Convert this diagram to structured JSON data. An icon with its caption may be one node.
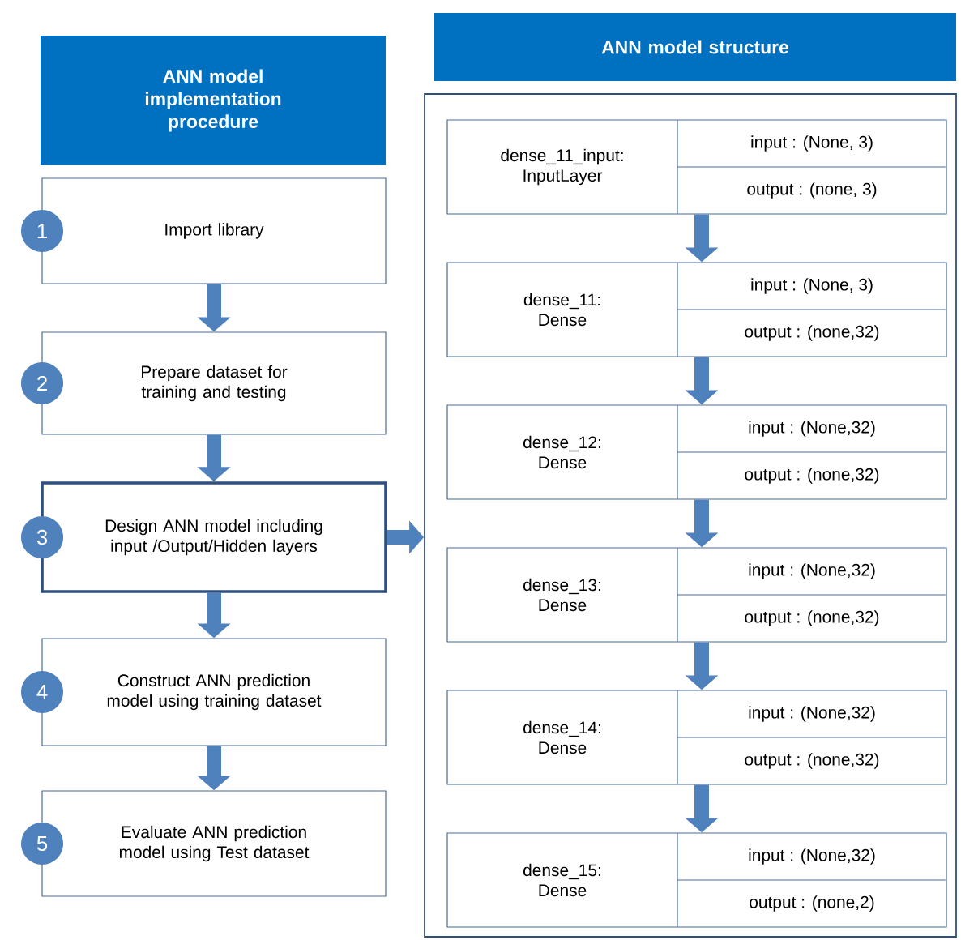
{
  "diagram": {
    "nodes": [
      {
        "text": [
          "ANN model implementation procedure"
        ]
      },
      {
        "text": [
          "Import library"
        ],
        "beside": [
          "1"
        ]
      },
      {
        "text": [
          "Prepare dataset for training and testing"
        ],
        "beside": [
          "2"
        ]
      },
      {
        "text": [
          "Design ANN model including input /Output/Hidden layers"
        ],
        "beside": [
          "3"
        ]
      },
      {
        "text": [
          "Construct ANN prediction model using training dataset"
        ],
        "beside": [
          "4"
        ]
      },
      {
        "text": [
          "Evaluate ANN prediction model using Test dataset"
        ],
        "beside": [
          "5"
        ]
      },
      {
        "text": [
          "ANN model structure"
        ]
      },
      {
        "text": [],
        "shape": "box"
      },
      {
        "text": [
          "dense_11_input: InputLayer",
          "input : (None, 3)",
          "output : (none, 3)"
        ],
        "in": 7
      },
      {
        "text": [
          "dense_11: Dense",
          "input : (None, 3)",
          "output : (none,32)"
        ],
        "in": 7
      },
      {
        "text": [
          "dense_12: Dense",
          "input : (None,32)",
          "output : (none,32)"
        ],
        "in": 7
      },
      {
        "text": [
          "dense_13: Dense",
          "input : (None,32)",
          "output : (none,32)"
        ],
        "in": 7
      },
      {
        "text": [
          "dense_14: Dense",
          "input : (None,32)",
          "output : (none,32)"
        ],
        "in": 7
      },
      {
        "text": [
          "dense_15: Dense",
          "input : (None,32)",
          "output : (none,2)"
        ],
        "in": 7
      }
    ],
    "edges": [
      {
        "from": 1,
        "to": 2,
        "arrow": "to"
      },
      {
        "from": 2,
        "to": 3,
        "arrow": "to"
      },
      {
        "from": 3,
        "to": 4,
        "arrow": "to"
      },
      {
        "from": 4,
        "to": 5,
        "arrow": "to"
      },
      {
        "from": 3,
        "to": 7,
        "arrow": "to"
      },
      {
        "from": 8,
        "to": 9,
        "arrow": "to"
      },
      {
        "from": 9,
        "to": 10,
        "arrow": "to"
      },
      {
        "from": 10,
        "to": 11,
        "arrow": "to"
      },
      {
        "from": 11,
        "to": 12,
        "arrow": "to"
      },
      {
        "from": 12,
        "to": 13,
        "arrow": "to"
      }
    ]
  }
}
